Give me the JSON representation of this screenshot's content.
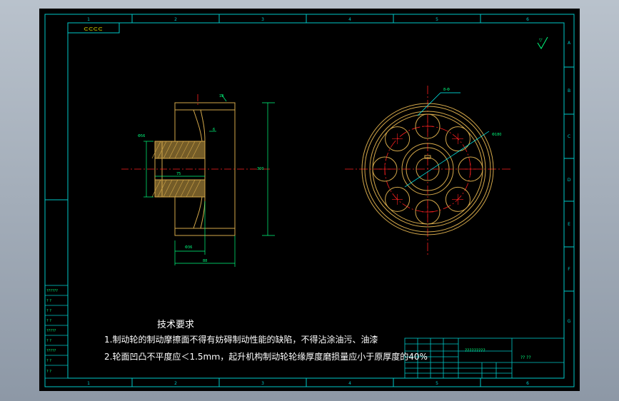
{
  "drawing": {
    "background": "#000000",
    "frame_color": "#00c8c8",
    "part_color": "#d4a84a",
    "center_color": "#ff2020",
    "dim_color": "#00ff7f"
  },
  "border_zones": {
    "top": [
      "1",
      "2",
      "3",
      "4",
      "5",
      "6"
    ],
    "bottom": [
      "1",
      "2",
      "3",
      "4",
      "5",
      "6"
    ],
    "right": [
      "A",
      "B",
      "C",
      "D",
      "E",
      "F",
      "G"
    ]
  },
  "corner_mark": "⊂⊂⊂⊂",
  "roughness_note": "▽",
  "dimensions": {
    "flange_width": "18",
    "hub_bore": "Φ56",
    "keyway": "6",
    "bore_length": "75",
    "hub_length": "Φ36",
    "overall_length": "88",
    "outer_dia": "300",
    "hole_circle": "8-Φ",
    "pcd": "Φ180"
  },
  "tech_requirements": {
    "title": "技术要求",
    "line1": "1.制动轮的制动摩擦面不得有妨碍制动性能的缺陷，不得沾涂油污、油漆",
    "line2": "2.轮面凹凸不平度应＜1.5mｍ，起升机构制动轮轮缘厚度磨损量应小于原厚度的40%"
  },
  "side_table": [
    "??????",
    "? ?",
    "? ?",
    "? ?",
    "?????",
    "? ?",
    "?????",
    "? ?",
    "? ?"
  ],
  "title_block": {
    "part_name": "?????????",
    "drawing_no": "?? ??"
  }
}
